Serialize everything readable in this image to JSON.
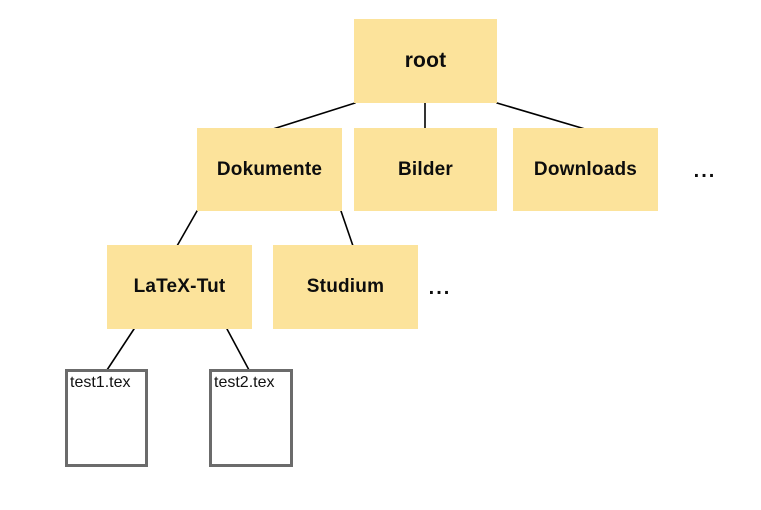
{
  "diagram": {
    "type": "tree",
    "description": "File system hierarchy tree",
    "colors": {
      "background": "#ffffff",
      "folder_fill": "#FCE39B",
      "file_border": "#6b6b6b",
      "edge_line": "#000000",
      "text": "#0d0d0d"
    },
    "nodes": {
      "root": {
        "label": "root",
        "kind": "folder",
        "level": 0
      },
      "dokumente": {
        "label": "Dokumente",
        "kind": "folder",
        "level": 1
      },
      "bilder": {
        "label": "Bilder",
        "kind": "folder",
        "level": 1
      },
      "downloads": {
        "label": "Downloads",
        "kind": "folder",
        "level": 1
      },
      "ellipsis_level1": {
        "label": "...",
        "kind": "ellipsis",
        "level": 1
      },
      "latex_tut": {
        "label": "LaTeX-Tut",
        "kind": "folder",
        "level": 2
      },
      "studium": {
        "label": "Studium",
        "kind": "folder",
        "level": 2
      },
      "ellipsis_level2": {
        "label": "...",
        "kind": "ellipsis",
        "level": 2
      },
      "test1": {
        "label": "test1.tex",
        "kind": "file",
        "level": 3
      },
      "test2": {
        "label": "test2.tex",
        "kind": "file",
        "level": 3
      }
    },
    "edges": [
      {
        "from": "root",
        "to": "dokumente"
      },
      {
        "from": "root",
        "to": "bilder"
      },
      {
        "from": "root",
        "to": "downloads"
      },
      {
        "from": "dokumente",
        "to": "latex_tut"
      },
      {
        "from": "dokumente",
        "to": "studium"
      },
      {
        "from": "latex_tut",
        "to": "test1"
      },
      {
        "from": "latex_tut",
        "to": "test2"
      }
    ]
  }
}
